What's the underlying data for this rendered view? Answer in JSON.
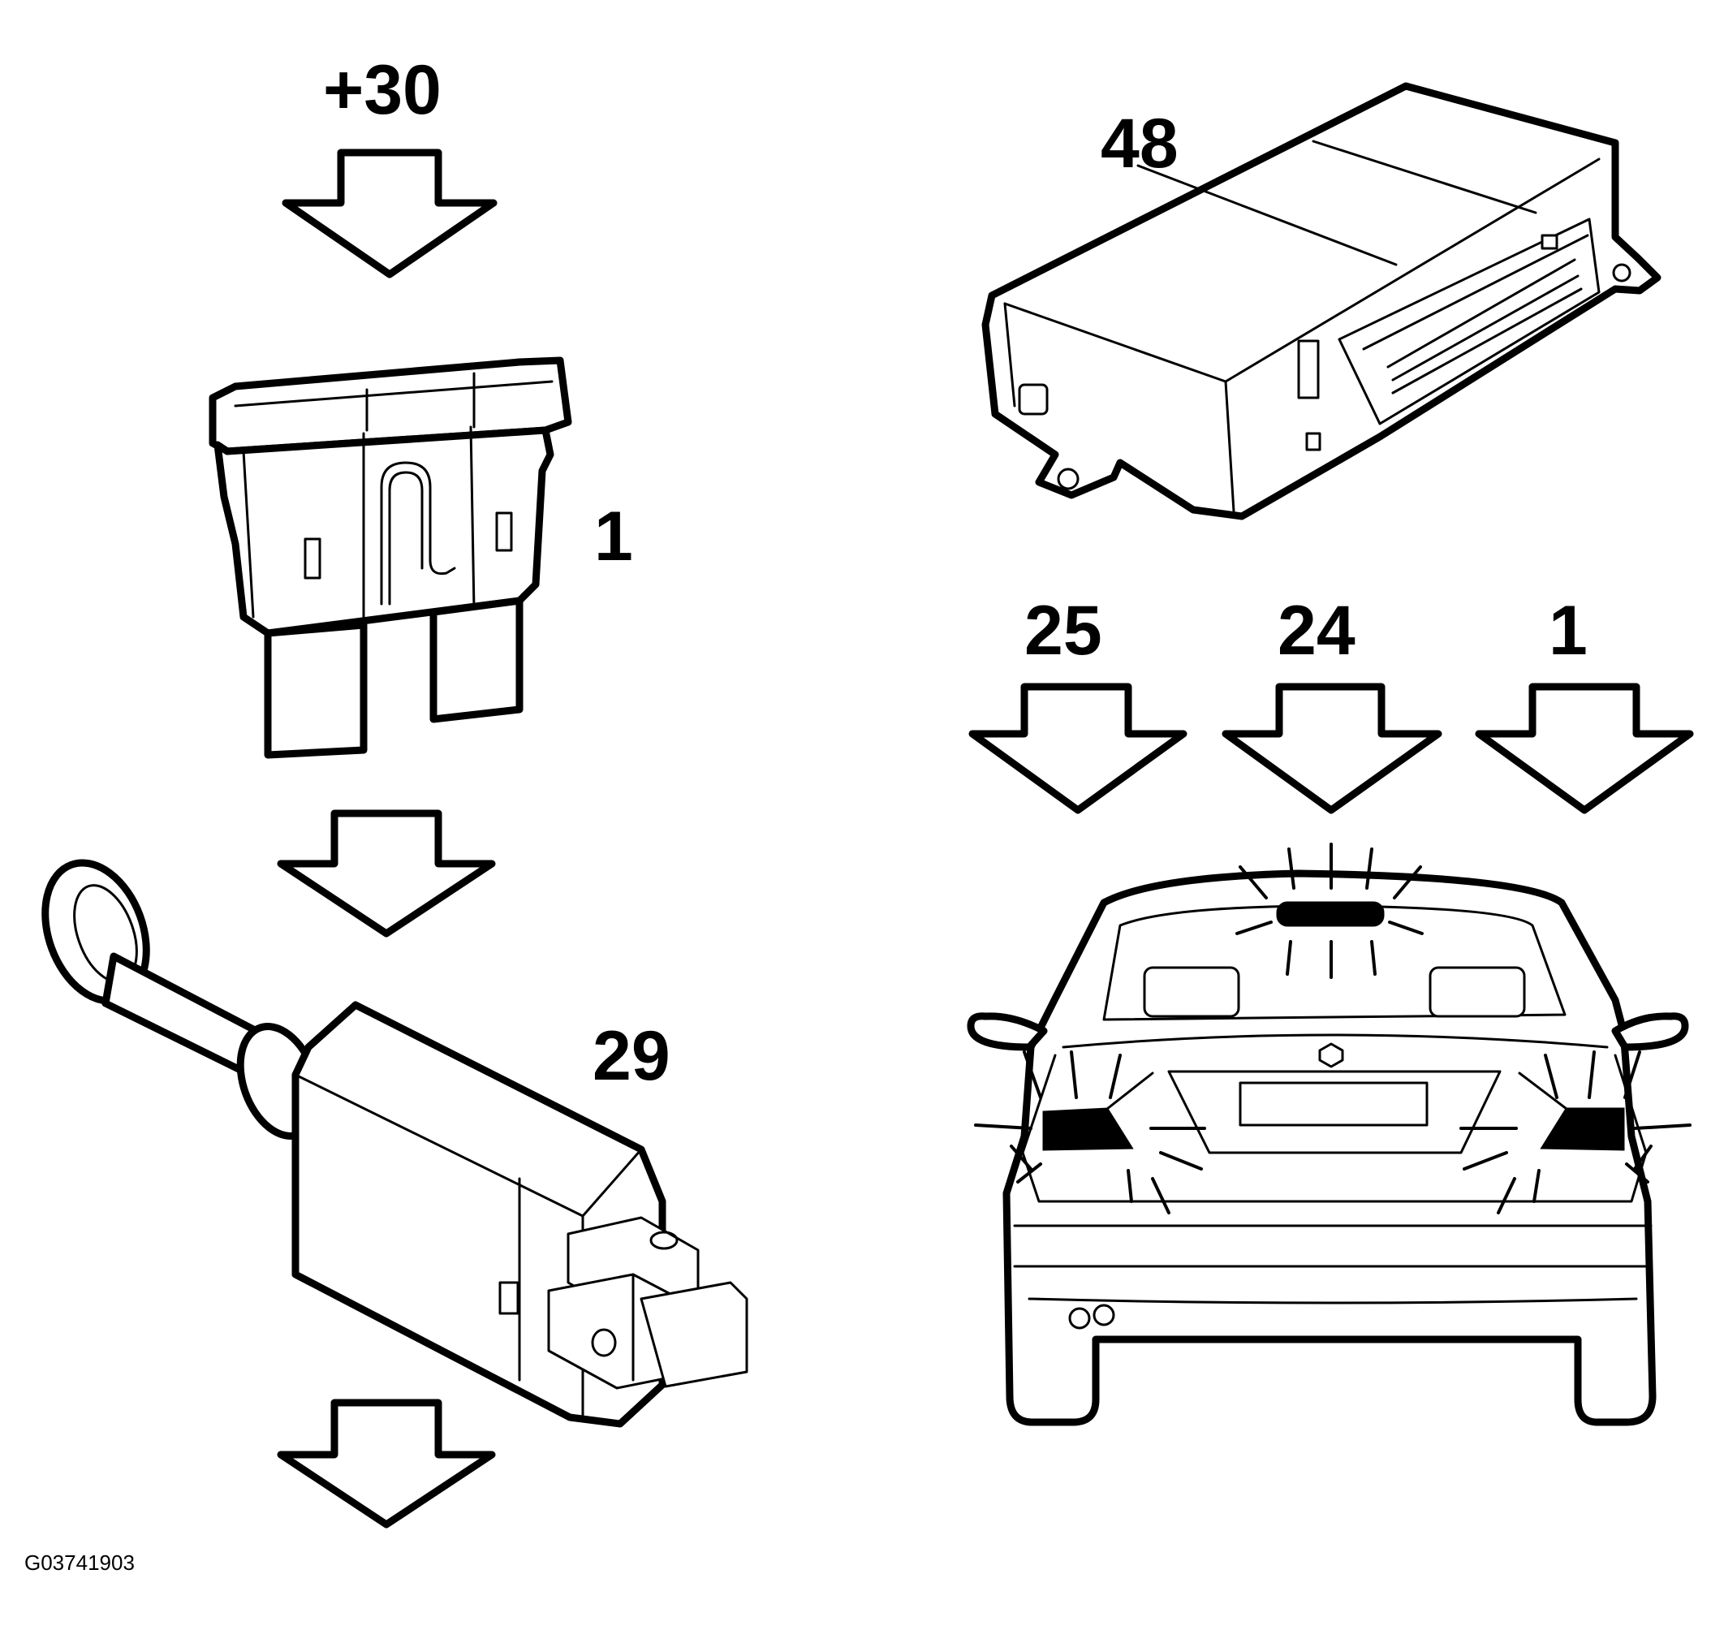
{
  "labels": {
    "supply": "+30",
    "fuse": "1",
    "switch": "29",
    "module": "48",
    "arrow_a": "25",
    "arrow_b": "24",
    "arrow_c": "1"
  },
  "reference_code": "G03741903",
  "icons": [
    "fuse-icon",
    "brake-light-switch-icon",
    "control-module-icon",
    "car-rear-icon",
    "down-arrow-icon"
  ]
}
